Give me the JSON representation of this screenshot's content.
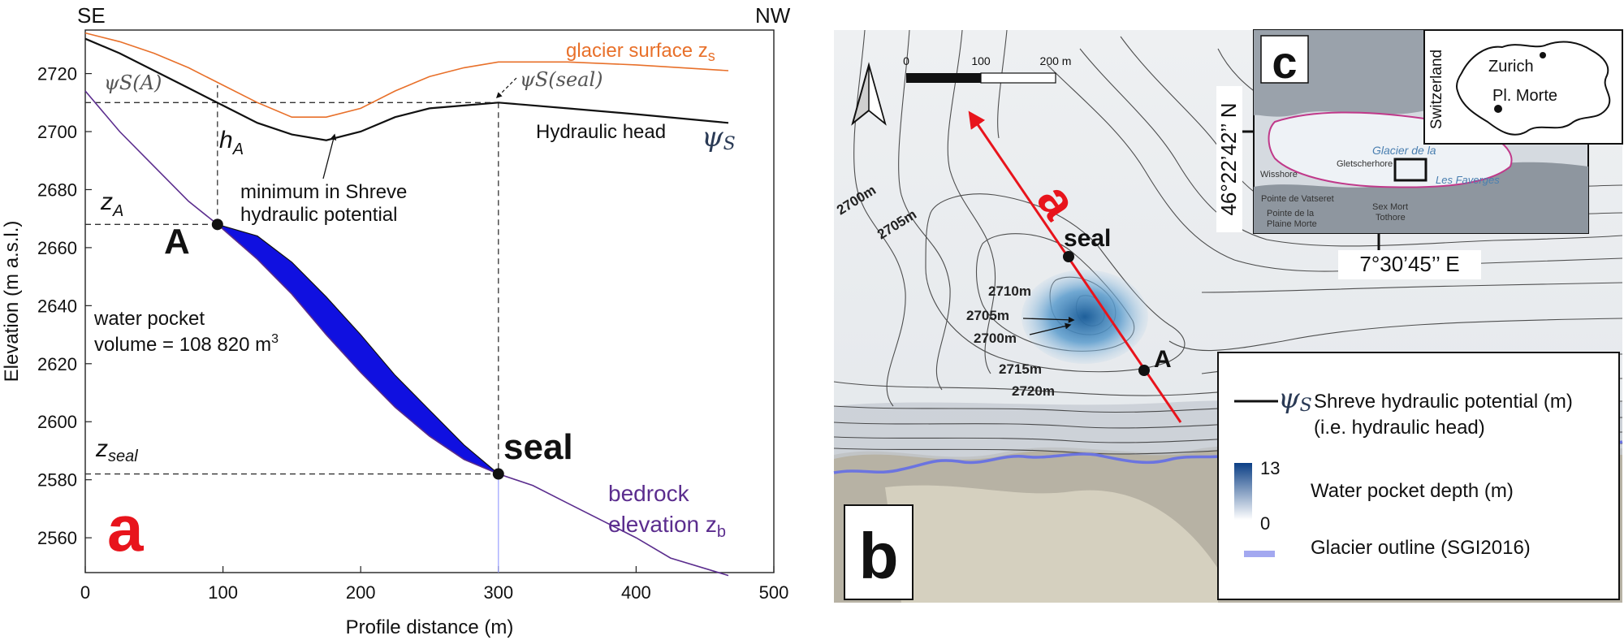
{
  "panel_a": {
    "corner_left": "SE",
    "corner_right": "NW",
    "panel_letter": "a",
    "glacier_surface_label": "glacier surface z",
    "glacier_surface_sub": "s",
    "hydraulic_head_label": "Hydraulic head",
    "psi_symbol": "ψ",
    "psi_sub": "S",
    "psi_A_label": "ψS(A)",
    "psi_seal_label": "ψS(seal)",
    "h_A": "h",
    "h_A_sub": "A",
    "z_A": "z",
    "z_A_sub": "A",
    "z_seal": "z",
    "z_seal_sub": "seal",
    "point_A": "A",
    "point_seal": "seal",
    "minimum_note_line1": "minimum in Shreve",
    "minimum_note_line2": "hydraulic potential",
    "pocket_line1": "water pocket",
    "pocket_line2": "volume = 108 820 m",
    "pocket_sup": "3",
    "bedrock_line1": "bedrock",
    "bedrock_line2": "elevation z",
    "bedrock_sub": "b",
    "colors": {
      "surface": "#e8702a",
      "head": "#111111",
      "bedrock": "#5b2d8e",
      "pocket": "#1010e0",
      "letter": "#e8141c"
    }
  },
  "chart_data": {
    "type": "line",
    "xlabel": "Profile distance (m)",
    "ylabel": "Elevation (m a.s.l.)",
    "xlim": [
      0,
      500
    ],
    "ylim": [
      2548,
      2735
    ],
    "x_ticks": [
      0,
      100,
      200,
      300,
      400,
      500
    ],
    "y_ticks": [
      2560,
      2580,
      2600,
      2620,
      2640,
      2660,
      2680,
      2700,
      2720
    ],
    "grid": false,
    "series": [
      {
        "name": "glacier surface",
        "x": [
          0,
          25,
          50,
          75,
          100,
          125,
          150,
          175,
          200,
          225,
          250,
          275,
          300,
          350,
          400,
          467
        ],
        "y": [
          2734,
          2731,
          2727,
          2722,
          2716,
          2710,
          2705,
          2705,
          2708,
          2714,
          2719,
          2722,
          2724,
          2724,
          2723,
          2721
        ]
      },
      {
        "name": "Hydraulic head",
        "x": [
          0,
          25,
          50,
          75,
          100,
          125,
          150,
          175,
          200,
          225,
          250,
          275,
          300,
          350,
          400,
          467
        ],
        "y": [
          2732,
          2727,
          2721,
          2715,
          2709,
          2703,
          2699,
          2697,
          2700,
          2705,
          2708,
          2709,
          2710,
          2708,
          2706,
          2703
        ]
      },
      {
        "name": "bedrock elevation",
        "x": [
          0,
          25,
          50,
          75,
          96,
          125,
          150,
          175,
          200,
          225,
          250,
          275,
          300,
          325,
          350,
          375,
          400,
          425,
          467
        ],
        "y": [
          2714,
          2700,
          2688,
          2676,
          2668,
          2656,
          2644,
          2630,
          2617,
          2605,
          2595,
          2587,
          2582,
          2578,
          2572,
          2566,
          2560,
          2553,
          2547
        ]
      },
      {
        "name": "water pocket top",
        "x": [
          96,
          125,
          150,
          175,
          200,
          225,
          250,
          275,
          300
        ],
        "y": [
          2668,
          2664,
          2655,
          2643,
          2630,
          2616,
          2604,
          2592,
          2582
        ]
      }
    ],
    "points": [
      {
        "label": "A",
        "x": 96,
        "y": 2668
      },
      {
        "label": "seal",
        "x": 300,
        "y": 2582
      }
    ],
    "reference": {
      "psi_level": 2710,
      "z_A": 2668,
      "z_seal": 2582
    }
  },
  "panel_b": {
    "panel_letter": "b",
    "profile_letter": "a",
    "scale_labels": [
      "0",
      "100",
      "200 m"
    ],
    "contour_labels": [
      "2700m",
      "2705m",
      "2710m",
      "2705m",
      "2700m",
      "2715m",
      "2720m"
    ],
    "point_seal": "seal",
    "point_A": "A",
    "lat_label": "46°22’42’’ N",
    "lon_label": "7°30’45’’ E",
    "legend": {
      "psi_desc_line1": "Shreve hydraulic potential (m)",
      "psi_desc_line2": "(i.e. hydraulic head)",
      "depth_max": "13",
      "depth_min": "0",
      "depth_desc": "Water pocket depth (m)",
      "outline_desc": "Glacier outline (SGI2016)"
    }
  },
  "panel_c": {
    "panel_letter": "c",
    "country": "Switzerland",
    "city_zurich": "Zurich",
    "city_plmorte": "Pl. Morte",
    "map_labels": [
      "Gletscherhore",
      "Wisshore",
      "Glacier de la",
      "Pointe de Vatseret",
      "Les Faverges",
      "Sex Mort",
      "Pointe de la",
      "Plaine Morte",
      "Tothore"
    ]
  }
}
